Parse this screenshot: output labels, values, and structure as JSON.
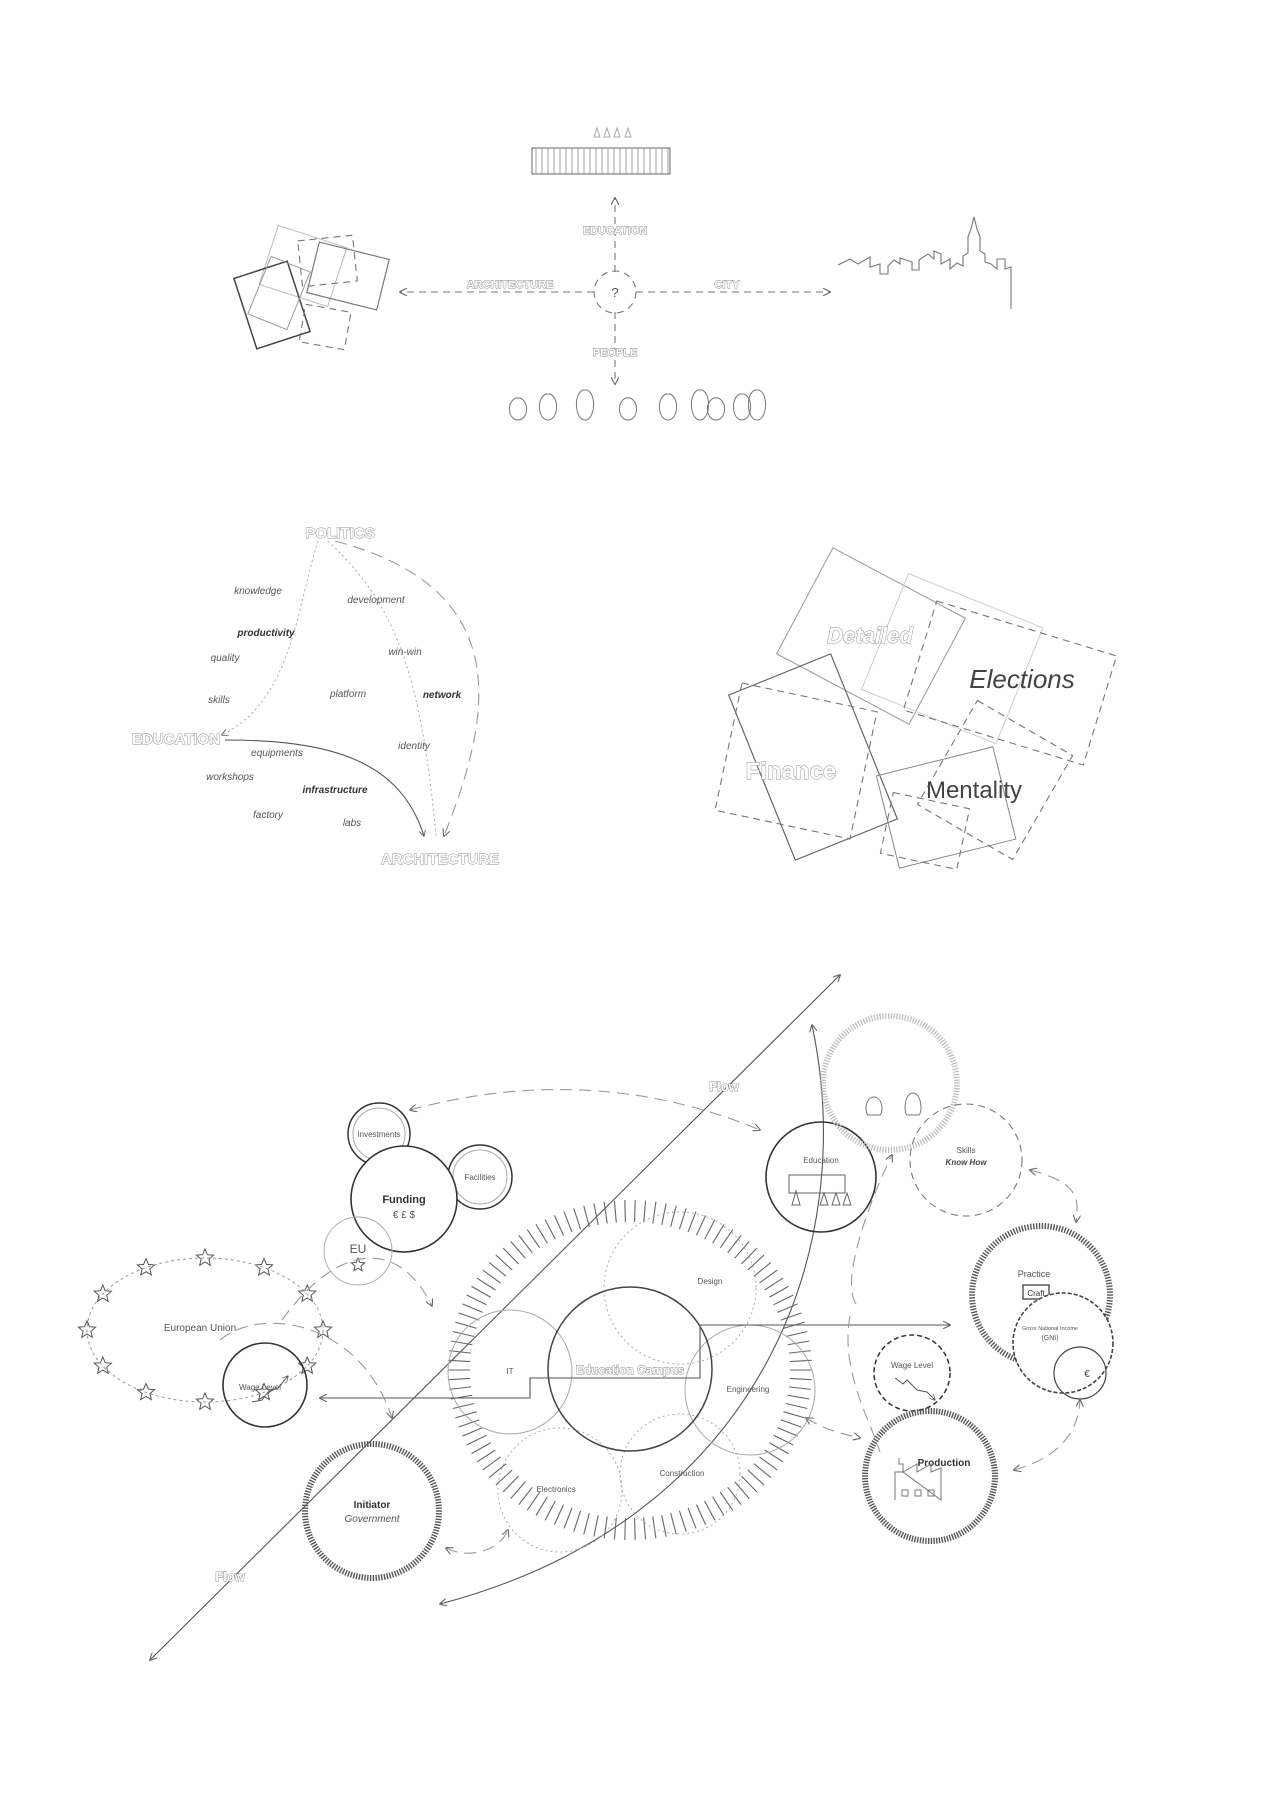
{
  "top_diagram": {
    "center_symbol": "?",
    "axes": {
      "up": "EDUCATION",
      "left": "ARCHITECTURE",
      "right": "CITY",
      "down": "PEOPLE"
    }
  },
  "network_diagram": {
    "nodes": {
      "politics": "POLITICS",
      "education": "EDUCATION",
      "architecture": "ARCHITECTURE"
    },
    "left_words": [
      "knowledge",
      "productivity",
      "quality",
      "skills",
      "equipments",
      "workshops",
      "infrastructure",
      "factory",
      "labs"
    ],
    "right_words": [
      "development",
      "win-win",
      "platform",
      "network",
      "identity"
    ],
    "bold_words": [
      "productivity",
      "network",
      "infrastructure"
    ]
  },
  "frames_diagram": {
    "labels": {
      "detailed": "Detailed",
      "elections": "Elections",
      "finance": "Finance",
      "mentality": "Mentality"
    }
  },
  "ecosystem_diagram": {
    "flow_label": "Flow",
    "campus": {
      "label": "Education Campus",
      "sectors": [
        "Design",
        "IT",
        "Engineering",
        "Electronics",
        "Construction"
      ]
    },
    "funding": {
      "title": "Funding",
      "currencies": "€ £ $",
      "investments": "Investments",
      "facilities": "Facilities",
      "eu": "EU"
    },
    "european_union": {
      "label": "European Union",
      "wage_level": "Wage Level"
    },
    "initiator": {
      "title": "Initiator",
      "subtitle": "Government"
    },
    "education": "Education",
    "skills": {
      "title": "Skills",
      "subtitle": "Know How"
    },
    "practice": {
      "title": "Practice",
      "craft": "Craft"
    },
    "gni": {
      "line1": "Gross National Income",
      "line2": "(GNI)",
      "symbol": "€"
    },
    "wage_level_right": "Wage Level",
    "production": "Production"
  }
}
